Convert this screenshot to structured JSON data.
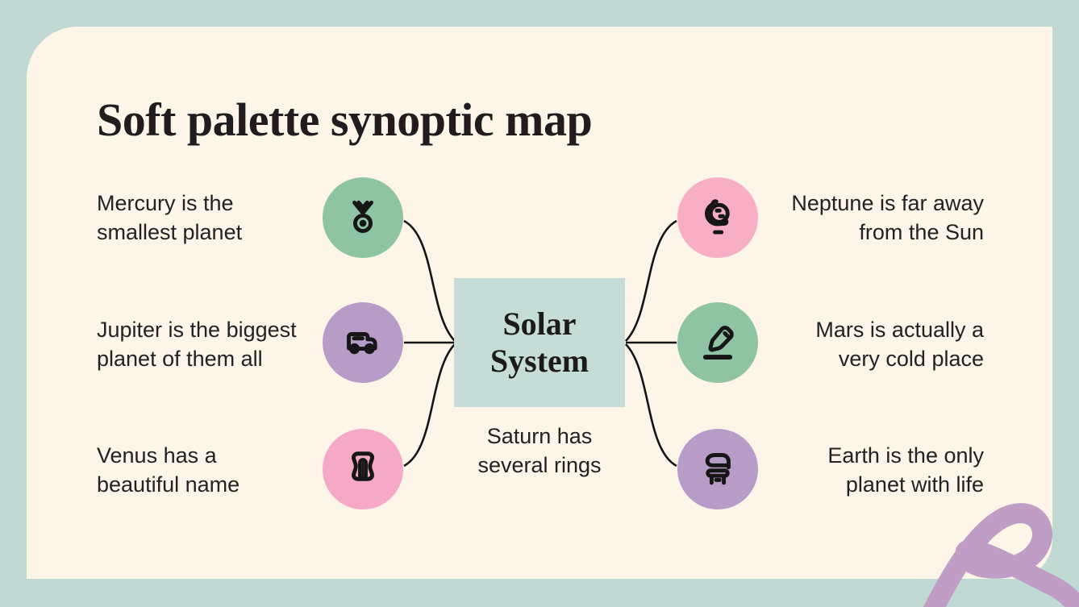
{
  "title": "Soft palette synoptic map",
  "colors": {
    "background": "#c0d9d3",
    "card": "#fcf5e8",
    "center_box": "#c6dcd6",
    "line": "#141414",
    "ribbon": "#bf9dc4",
    "green": "#8ec3a4",
    "purple": "#b79cc7",
    "pink": "#f5a9c6"
  },
  "center": {
    "label": "Solar System",
    "label_lines": [
      "Solar",
      "System"
    ],
    "caption": "Saturn has several rings",
    "caption_lines": [
      "Saturn has",
      "several rings"
    ]
  },
  "nodes": [
    {
      "id": "mercury",
      "side": "left",
      "icon": "medal-icon",
      "color": "#8ec3a4",
      "text": "Mercury is the smallest planet",
      "lines": [
        "Mercury is the",
        "smallest planet"
      ]
    },
    {
      "id": "jupiter",
      "side": "left",
      "icon": "truck-icon",
      "color": "#b79cc7",
      "text": "Jupiter is the biggest planet of them all",
      "lines": [
        "Jupiter is the biggest",
        "planet of them all"
      ]
    },
    {
      "id": "venus",
      "side": "left",
      "icon": "sharpener-icon",
      "color": "#f5a9c6",
      "text": "Venus has a beautiful name",
      "lines": [
        "Venus has a",
        "beautiful name"
      ]
    },
    {
      "id": "neptune",
      "side": "right",
      "icon": "globe-icon",
      "color": "#f8afc6",
      "text": "Neptune is far away from the Sun",
      "lines": [
        "Neptune is far away",
        "from the Sun"
      ]
    },
    {
      "id": "mars",
      "side": "right",
      "icon": "marker-icon",
      "color": "#8ec3a4",
      "text": "Mars is actually a very cold place",
      "lines": [
        "Mars is actually a",
        "very cold place"
      ]
    },
    {
      "id": "earth",
      "side": "right",
      "icon": "chair-icon",
      "color": "#b79cc7",
      "text": "Earth is the only planet with life",
      "lines": [
        "Earth is the only",
        "planet with life"
      ]
    }
  ]
}
